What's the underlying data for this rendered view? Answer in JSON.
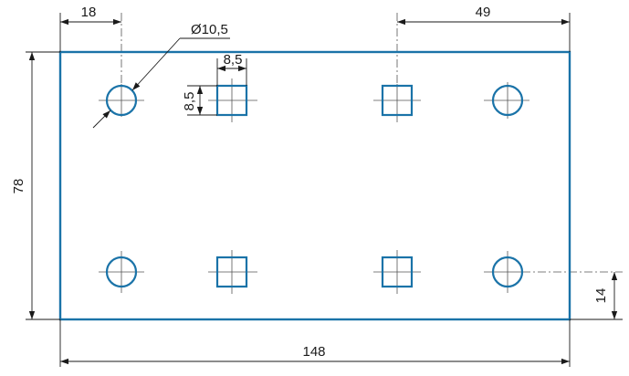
{
  "drawing": {
    "dimensions": {
      "left_offset": "18",
      "right_offset": "49",
      "hole_diameter": "Ø10,5",
      "square_width": "8,5",
      "square_height": "8,5",
      "height": "78",
      "bottom_offset": "14",
      "width": "148"
    },
    "colors": {
      "part_outline": "#1a73a8",
      "dimension_lines": "#1a1a1a",
      "center_lines": "#555555"
    }
  }
}
